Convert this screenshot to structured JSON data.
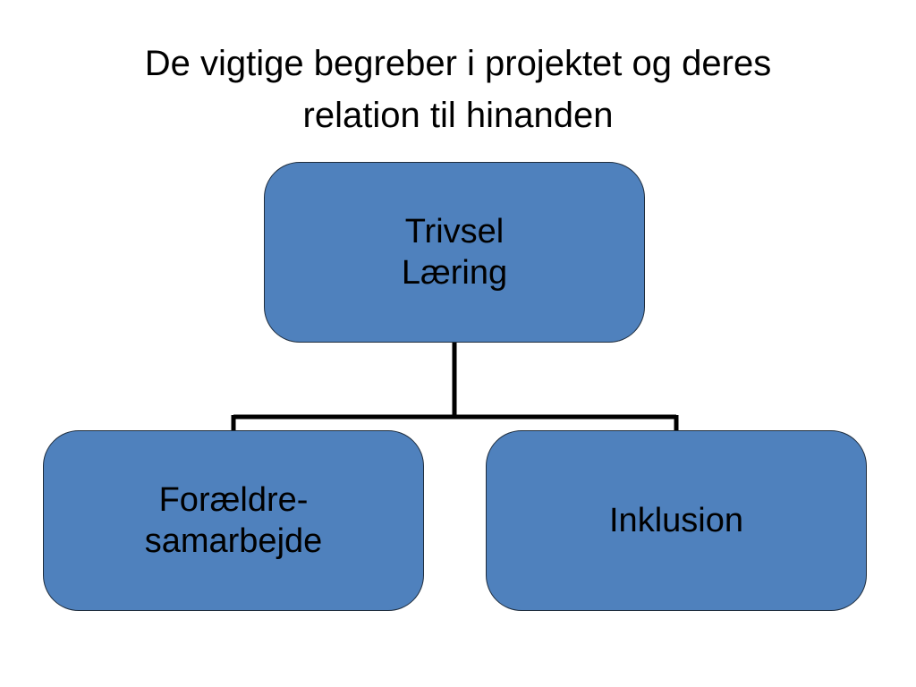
{
  "title": {
    "line1": "De vigtige begreber i projektet og deres",
    "line2": "relation til hinanden"
  },
  "nodes": {
    "top": {
      "line1": "Trivsel",
      "line2": "Læring"
    },
    "left": {
      "line1": "Forældre-",
      "line2": "samarbejde"
    },
    "right": {
      "label": "Inklusion"
    }
  },
  "colors": {
    "node_fill": "#4f81bd",
    "node_border": "#1f2d3d",
    "connector": "#000000"
  }
}
